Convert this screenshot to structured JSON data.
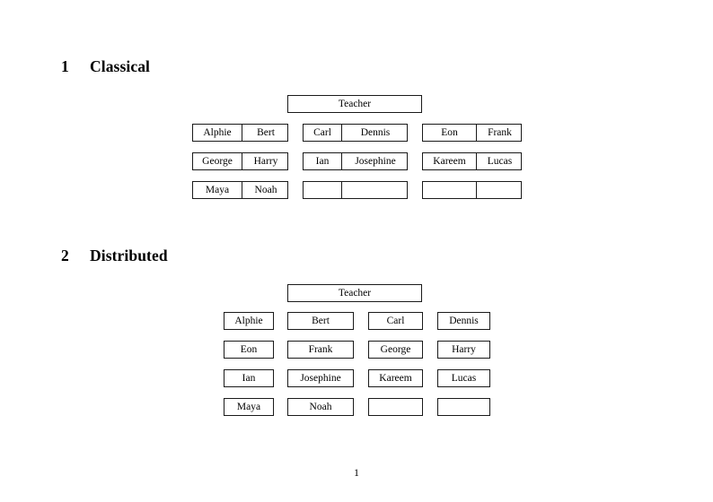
{
  "document": {
    "page_number": "1",
    "background": "#ffffff",
    "rule_color": "#1a1a1a"
  },
  "sections": [
    {
      "number": "1",
      "title": "Classical",
      "root": {
        "label": "Teacher"
      },
      "layout": "grouped-pairs",
      "groups": [
        {
          "column": 1,
          "rows": [
            {
              "left": "Alphie",
              "right": "Bert"
            },
            {
              "left": "George",
              "right": "Harry"
            },
            {
              "left": "Maya",
              "right": "Noah"
            }
          ]
        },
        {
          "column": 2,
          "rows": [
            {
              "left": "Carl",
              "right": "Dennis"
            },
            {
              "left": "Ian",
              "right": "Josephine"
            },
            {
              "left": "",
              "right": ""
            }
          ]
        },
        {
          "column": 3,
          "rows": [
            {
              "left": "Eon",
              "right": "Frank"
            },
            {
              "left": "Kareem",
              "right": "Lucas"
            },
            {
              "left": "",
              "right": ""
            }
          ]
        }
      ]
    },
    {
      "number": "2",
      "title": "Distributed",
      "root": {
        "label": "Teacher"
      },
      "layout": "individual-cells",
      "rows": [
        [
          "Alphie",
          "Bert",
          "Carl",
          "Dennis"
        ],
        [
          "Eon",
          "Frank",
          "George",
          "Harry"
        ],
        [
          "Ian",
          "Josephine",
          "Kareem",
          "Lucas"
        ],
        [
          "Maya",
          "Noah",
          "",
          ""
        ]
      ]
    }
  ]
}
